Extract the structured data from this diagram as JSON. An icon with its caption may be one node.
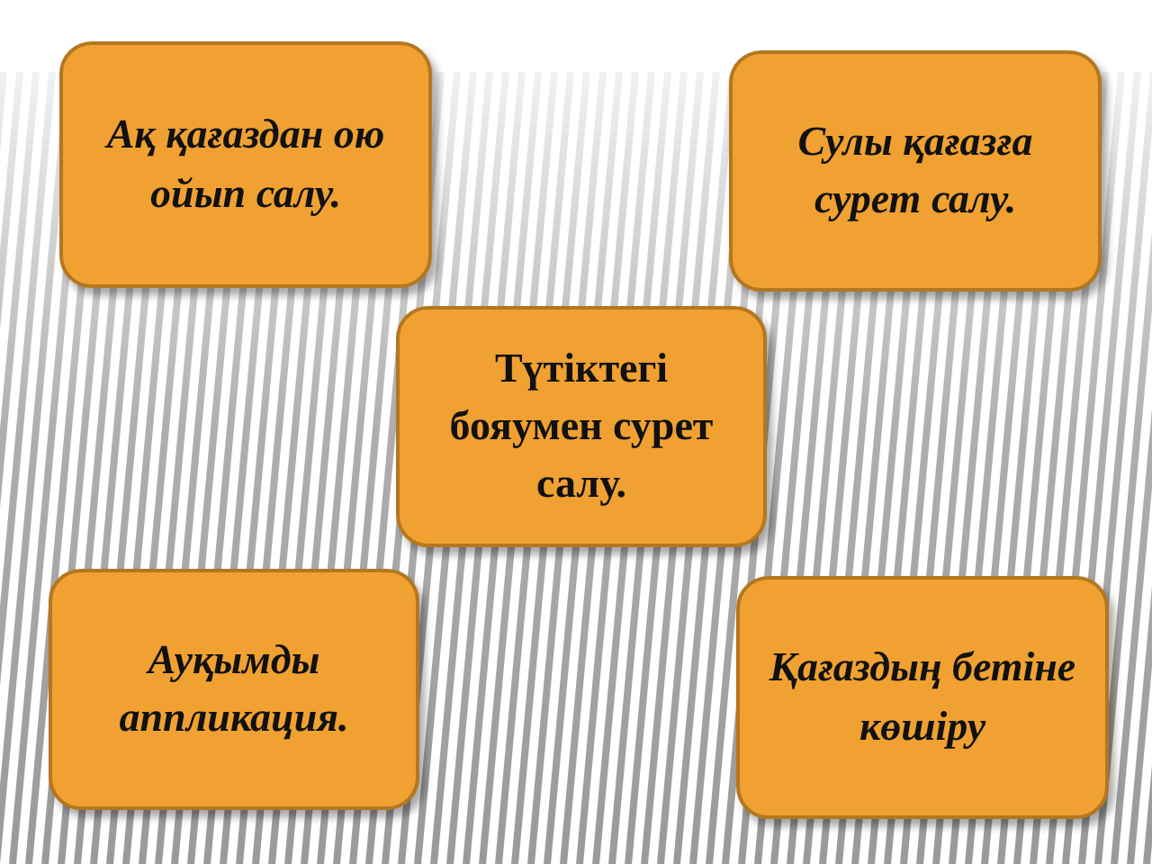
{
  "diagram": {
    "nodes": [
      {
        "text": [
          "Ақ қағаздан ою ойып салу."
        ]
      },
      {
        "text": [
          "Сулы қағазға сурет салу."
        ]
      },
      {
        "text": [
          "Түтіктегі бояумен сурет салу."
        ]
      },
      {
        "text": [
          "Ауқымды аппликация."
        ]
      },
      {
        "text": [
          "Қағаздың бетіне көшіру"
        ]
      }
    ]
  }
}
